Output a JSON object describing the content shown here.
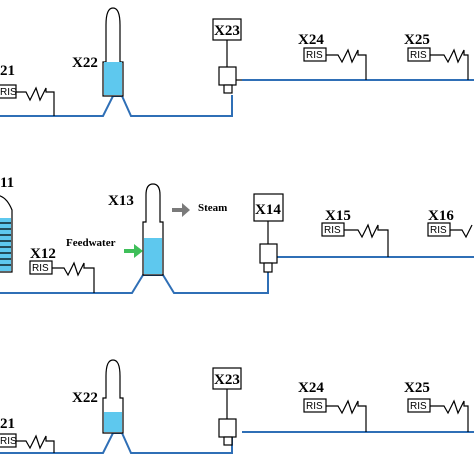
{
  "colors": {
    "pipe": "#2f6fb6",
    "water": "#5ec8ee",
    "feedwater_arrow": "#3fbf5a",
    "steam_arrow": "#7a7a7a"
  },
  "rows": [
    {
      "tank_label": "X22",
      "box_label": "X23",
      "sensor_a": "X24",
      "sensor_b": "X25",
      "left_partial": "21",
      "ris_text": "RIS"
    },
    {
      "left_partial": "11",
      "sensor_left": "X12",
      "feedwater_label": "Feedwater",
      "tank_label": "X13",
      "steam_label": "Steam",
      "box_label": "X14",
      "sensor_a": "X15",
      "sensor_b": "X16",
      "ris_text": "RIS"
    },
    {
      "tank_label": "X22",
      "box_label": "X23",
      "sensor_a": "X24",
      "sensor_b": "X25",
      "left_partial": "21",
      "ris_text": "RIS"
    }
  ]
}
